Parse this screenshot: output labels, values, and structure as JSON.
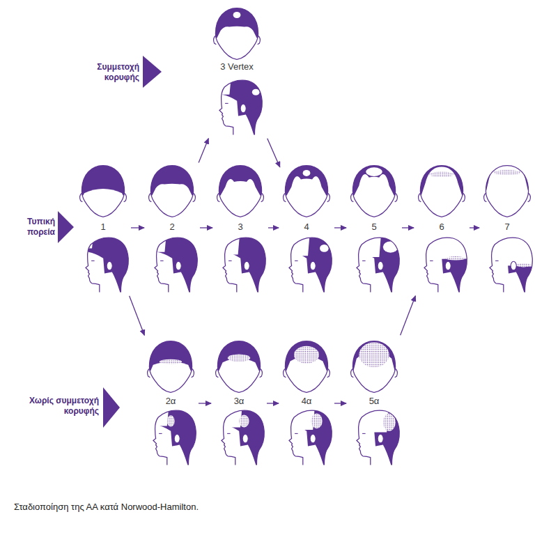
{
  "diagram": {
    "caption": "Σταδιοποίηση της ΑΑ κατά Norwood-Hamilton.",
    "nodes": [
      {
        "text": [
          "3 Vertex"
        ]
      },
      {
        "text": [
          "1"
        ]
      },
      {
        "text": [
          "2"
        ]
      },
      {
        "text": [
          "3"
        ]
      },
      {
        "text": [
          "4"
        ]
      },
      {
        "text": [
          "5"
        ]
      },
      {
        "text": [
          "6"
        ]
      },
      {
        "text": [
          "7"
        ]
      },
      {
        "text": [
          "2α"
        ]
      },
      {
        "text": [
          "3α"
        ]
      },
      {
        "text": [
          "4α"
        ]
      },
      {
        "text": [
          "5α"
        ]
      }
    ],
    "edges": [
      {
        "from": 1,
        "to": 2,
        "arrow": "to"
      },
      {
        "from": 2,
        "to": 3,
        "arrow": "to"
      },
      {
        "from": 3,
        "to": 4,
        "arrow": "to"
      },
      {
        "from": 4,
        "to": 5,
        "arrow": "to"
      },
      {
        "from": 5,
        "to": 6,
        "arrow": "to"
      },
      {
        "from": 6,
        "to": 7,
        "arrow": "to"
      },
      {
        "from": 2,
        "to": 0,
        "arrow": "to"
      },
      {
        "from": 0,
        "to": 4,
        "arrow": "to"
      },
      {
        "from": 1,
        "to": 8,
        "arrow": "to"
      },
      {
        "from": 8,
        "to": 9,
        "arrow": "to"
      },
      {
        "from": 9,
        "to": 10,
        "arrow": "to"
      },
      {
        "from": 10,
        "to": 11,
        "arrow": "to"
      },
      {
        "from": 11,
        "to": 6,
        "arrow": "to"
      }
    ],
    "labels": [
      "Συμμετοχή κορυφής",
      "Τυπική πορεία",
      "Χωρίς συμμετοχή κορυφής"
    ]
  }
}
